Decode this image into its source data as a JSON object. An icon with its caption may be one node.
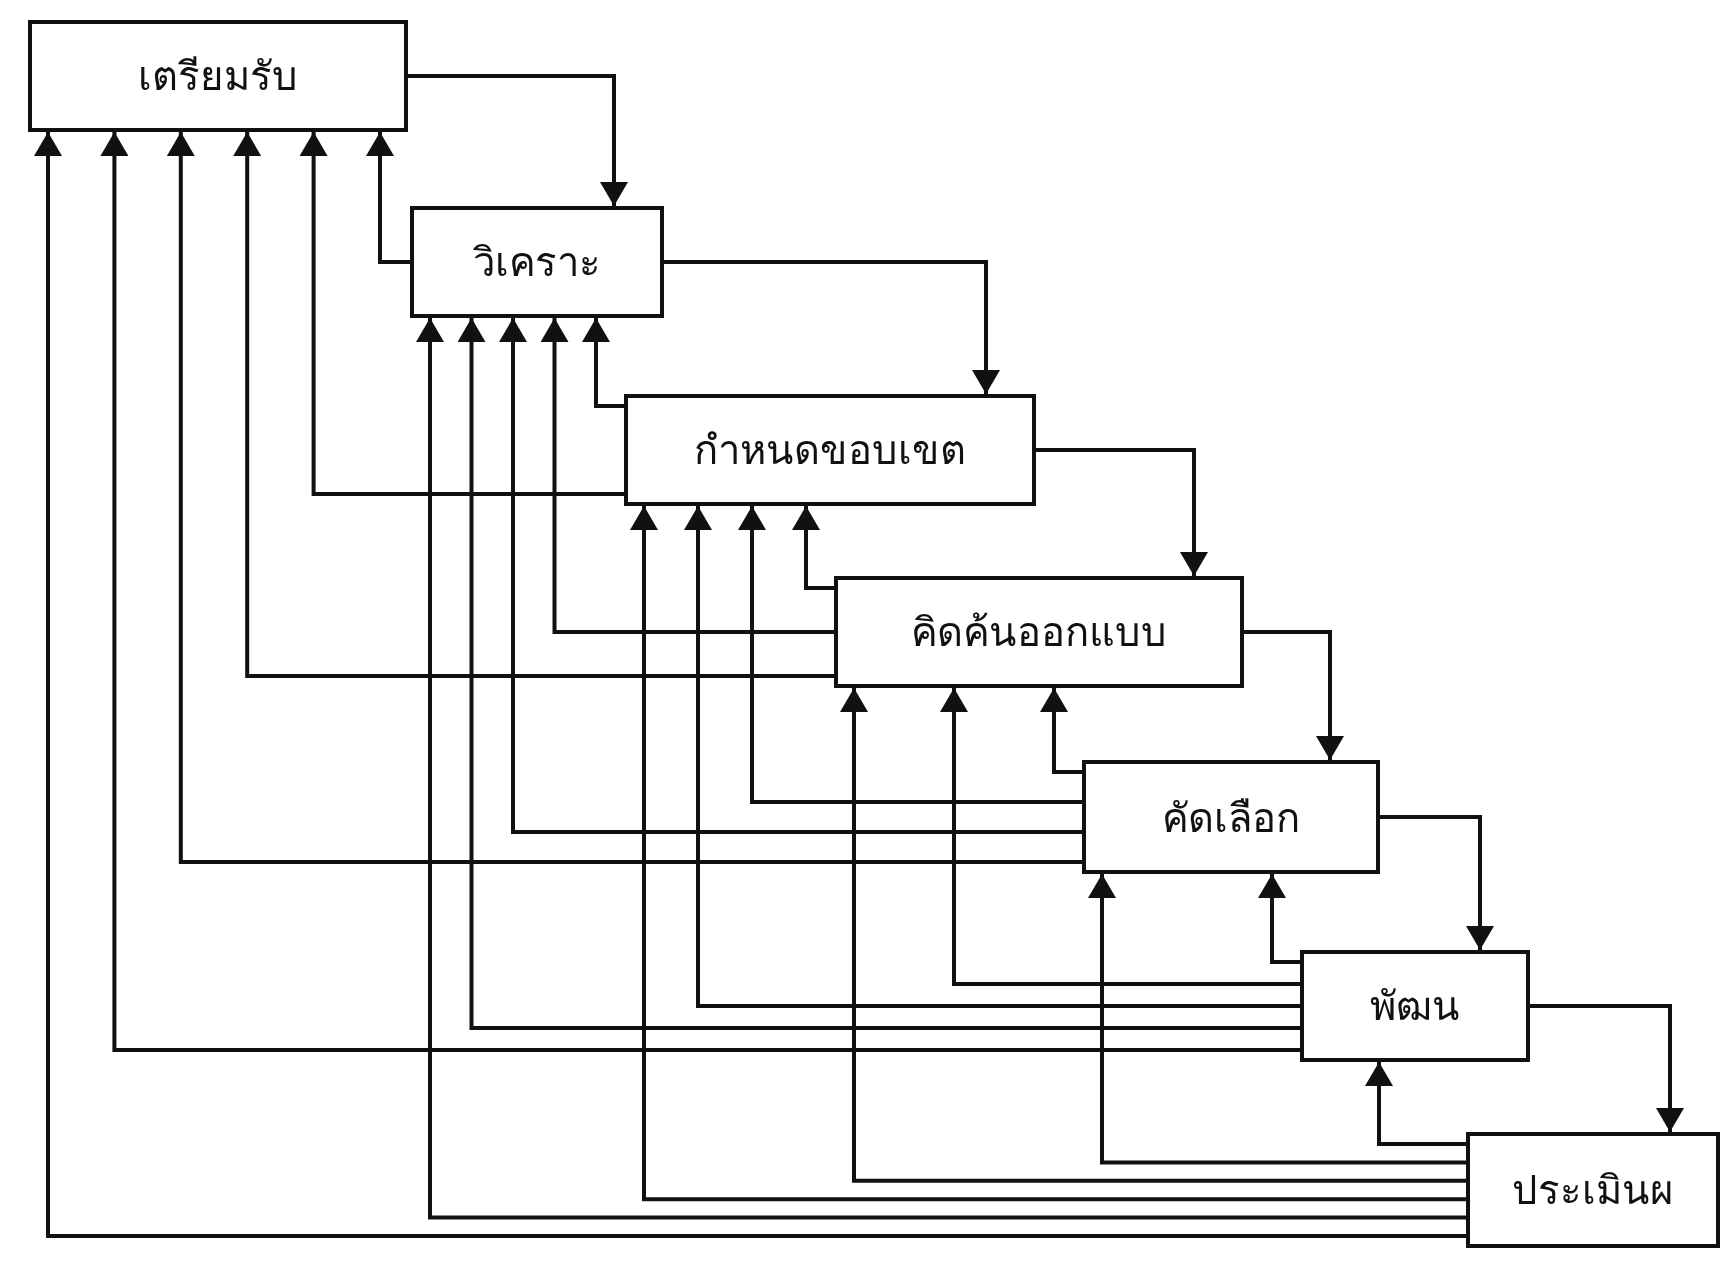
{
  "diagram": {
    "nodes": [
      {
        "text": [
          "เตรียมรับ"
        ]
      },
      {
        "text": [
          "วิเคราะ"
        ]
      },
      {
        "text": [
          "กำหนดขอบเขต"
        ]
      },
      {
        "text": [
          "คิดค้นออกแบบ"
        ]
      },
      {
        "text": [
          "คัดเลือก"
        ]
      },
      {
        "text": [
          "พัฒน"
        ]
      },
      {
        "text": [
          "ประเมินผ"
        ]
      }
    ],
    "edges": [
      {
        "from": 0,
        "to": 1,
        "arrow": "to"
      },
      {
        "from": 1,
        "to": 2,
        "arrow": "to"
      },
      {
        "from": 2,
        "to": 3,
        "arrow": "to"
      },
      {
        "from": 3,
        "to": 4,
        "arrow": "to"
      },
      {
        "from": 4,
        "to": 5,
        "arrow": "to"
      },
      {
        "from": 5,
        "to": 6,
        "arrow": "to"
      },
      {
        "from": 1,
        "to": 0,
        "arrow": "to"
      },
      {
        "from": 2,
        "to": 0,
        "arrow": "to"
      },
      {
        "from": 2,
        "to": 1,
        "arrow": "to"
      },
      {
        "from": 3,
        "to": 0,
        "arrow": "to"
      },
      {
        "from": 3,
        "to": 1,
        "arrow": "to"
      },
      {
        "from": 3,
        "to": 2,
        "arrow": "to"
      },
      {
        "from": 4,
        "to": 0,
        "arrow": "to"
      },
      {
        "from": 4,
        "to": 1,
        "arrow": "to"
      },
      {
        "from": 4,
        "to": 2,
        "arrow": "to"
      },
      {
        "from": 4,
        "to": 3,
        "arrow": "to"
      },
      {
        "from": 5,
        "to": 0,
        "arrow": "to"
      },
      {
        "from": 5,
        "to": 1,
        "arrow": "to"
      },
      {
        "from": 5,
        "to": 2,
        "arrow": "to"
      },
      {
        "from": 5,
        "to": 3,
        "arrow": "to"
      },
      {
        "from": 5,
        "to": 4,
        "arrow": "to"
      },
      {
        "from": 6,
        "to": 0,
        "arrow": "to"
      },
      {
        "from": 6,
        "to": 1,
        "arrow": "to"
      },
      {
        "from": 6,
        "to": 2,
        "arrow": "to"
      },
      {
        "from": 6,
        "to": 3,
        "arrow": "to"
      },
      {
        "from": 6,
        "to": 4,
        "arrow": "to"
      },
      {
        "from": 6,
        "to": 5,
        "arrow": "to"
      }
    ]
  }
}
